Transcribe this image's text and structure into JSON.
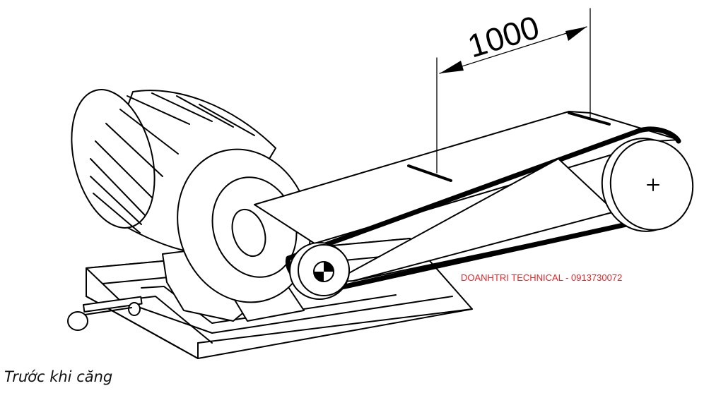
{
  "figure": {
    "dimension_label": "1000",
    "caption": "Trước khi căng",
    "watermark": "DOANHTRI TECHNICAL - 0913730072",
    "watermark_color": "#e8262a",
    "line_color": "#000000"
  }
}
